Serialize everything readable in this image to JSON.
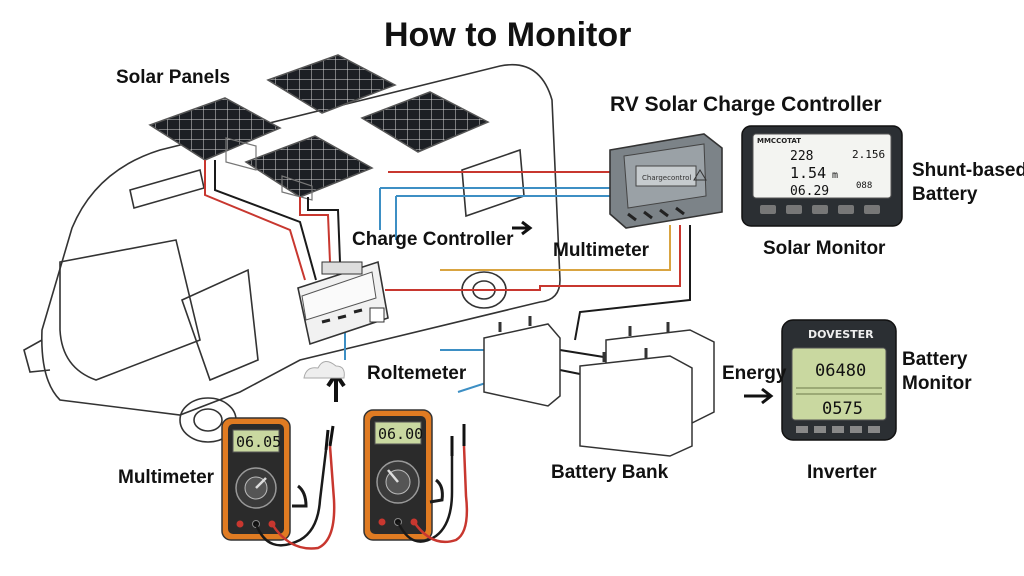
{
  "title": "How to Monitor",
  "labels": {
    "solar_panels": "Solar Panels",
    "rv_solar_charge_controller": "RV Solar Charge Controller",
    "shunt_based_battery_1": "Shunt-based",
    "shunt_based_battery_2": "Battery",
    "charge_controller": "Charge Controller",
    "multimeter_top": "Multimeter",
    "solar_monitor": "Solar Monitor",
    "roltemeter": "Roltemeter",
    "energy": "Energy",
    "battery_monitor_1": "Battery",
    "battery_monitor_2": "Monitor",
    "multimeter_bottom": "Multimeter",
    "battery_bank": "Battery Bank",
    "inverter": "Inverter"
  },
  "devices": {
    "charge_controller_unit": {
      "face_text": "Chargecontrol"
    },
    "solar_monitor_unit": {
      "brand": "MMCCOTAT",
      "reading_a": "228",
      "reading_b": "1.54",
      "reading_b_unit": "m",
      "reading_c": "06.29",
      "side_reading": "2.156",
      "side_reading_2": "088"
    },
    "battery_monitor_unit": {
      "brand": "DOVESTER",
      "reading_top": "06480",
      "reading_bottom": "0575"
    },
    "multimeter_left": {
      "reading": "06.05"
    },
    "multimeter_right": {
      "reading": "06.00"
    }
  },
  "colors": {
    "wire_red": "#c8372f",
    "wire_blue": "#3d8fc4",
    "wire_black": "#1a1a1a",
    "wire_yellow": "#d9a441",
    "multimeter_orange": "#e07b22",
    "lcd_green": "#c9d8a0",
    "device_dark": "#2b2f33",
    "controller_gray": "#7c8388"
  }
}
